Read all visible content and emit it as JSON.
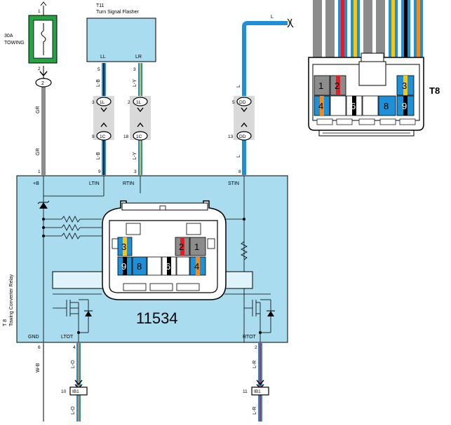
{
  "fuse": {
    "label1": "30A",
    "label2": "TOWING",
    "top_pin": "1",
    "bottom_pin": "2",
    "connector": "2"
  },
  "flasher": {
    "id": "T11",
    "name": "Turn Signal Flasher",
    "pin_ll": "LL",
    "pin_lr": "LR",
    "ll_num": "5",
    "lr_num": "3"
  },
  "wires": {
    "gr_top": "GR",
    "gr_bottom": "GR",
    "lb_top": "L-B",
    "lb_bottom": "L-B",
    "ly_top": "L-Y",
    "ly_bottom": "L-Y",
    "l_top": "L",
    "l_mid": "L",
    "l_bottom": "L",
    "wb": "W-B",
    "lo_top": "L-O",
    "lo_bottom": "L-O",
    "lr_top": "L-R",
    "lr_bottom": "L-R"
  },
  "junctions": {
    "j1l_a_pin": "3",
    "j1l_a": "1L",
    "j1l_b_pin": "2",
    "j1l_b": "1L",
    "j1c_a_pin": "9",
    "j1c_a": "1C",
    "j1c_b_pin": "18",
    "j1c_b": "1C",
    "jdd_a_pin": "5",
    "jdd_a": "DD",
    "jdd_b_pin": "13",
    "jdd_b": "DD",
    "ib1_a_pin": "10",
    "ib1_a": "IB1",
    "ib1_b_pin": "11",
    "ib1_b": "IB1"
  },
  "relay": {
    "title": "Towing Converter Relay",
    "id": "T 8",
    "part_number": "11534",
    "pins": {
      "b": "+B",
      "ltin": "LTIN",
      "rtin": "RTIN",
      "stin": "STIN",
      "gnd": "GND",
      "ltot": "LTOT",
      "rtot": "RTOT"
    },
    "pin_nums": {
      "b": "1",
      "ltin": "9",
      "rtin": "3",
      "stin": "8",
      "gnd": "6",
      "ltot": "4",
      "rtot": "2"
    },
    "cells": [
      "3",
      "2",
      "1",
      "9",
      "8",
      "6",
      "4"
    ]
  },
  "connector_view": {
    "label": "T8",
    "cells": [
      "1",
      "2",
      "3",
      "4",
      "6",
      "8",
      "9"
    ]
  },
  "colors": {
    "blue": "#1e90d8",
    "yellow": "#f5c518",
    "gray": "#8c8c8c",
    "orange": "#f08c1e",
    "red": "#e01e28",
    "light_blue": "#a9dcef",
    "green": "#25a243",
    "black": "#000000"
  }
}
